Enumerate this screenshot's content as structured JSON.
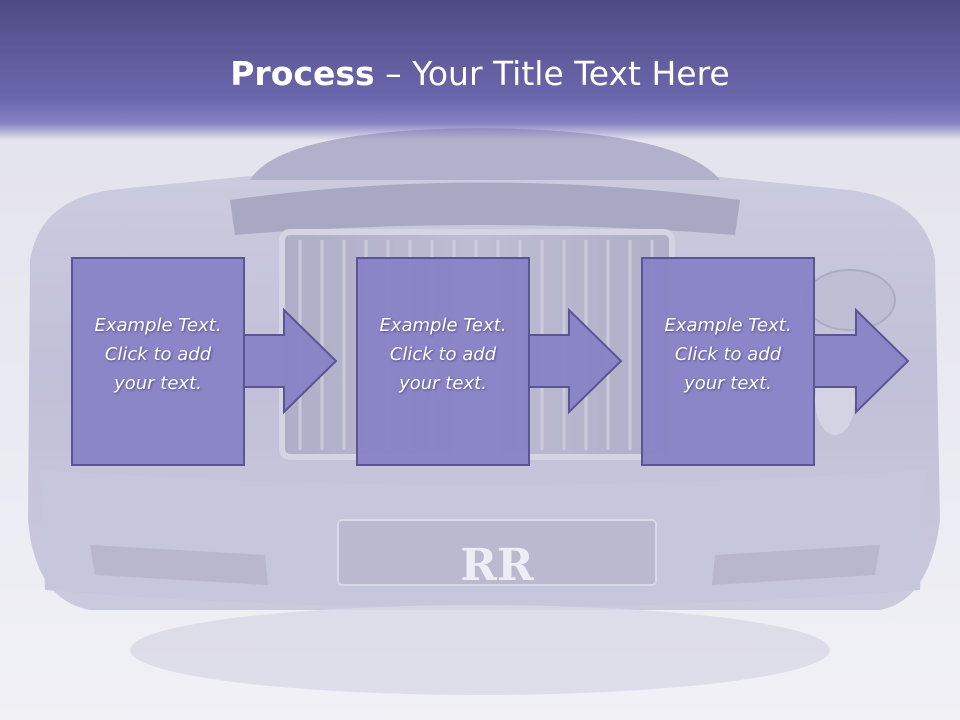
{
  "slide": {
    "title_bold": "Process",
    "title_rest": " – Your Title Text Here"
  },
  "steps": [
    {
      "text": "Example Text.\nClick  to add\nyour text."
    },
    {
      "text": "Example Text.\nClick  to add\nyour text."
    },
    {
      "text": "Example Text.\nClick  to add\nyour text."
    }
  ],
  "background": {
    "emblem": "RR"
  },
  "colors": {
    "title_bar": "#5e5a9c",
    "box_fill": "#8783c6",
    "box_border": "#5a5694",
    "text": "#ffffff"
  }
}
